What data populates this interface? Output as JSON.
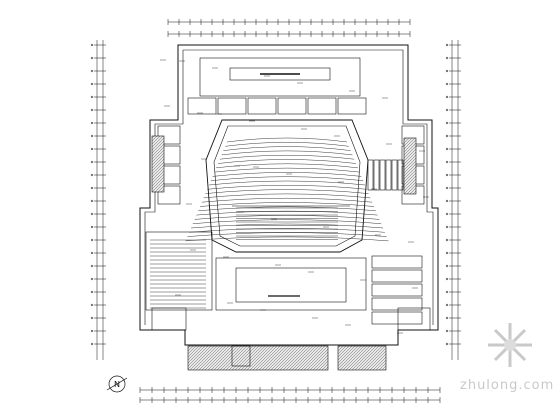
{
  "drawing": {
    "description_type": "architectural floor plan",
    "line_color": "#111111",
    "hatch_color": "#555555",
    "background": "#ffffff"
  },
  "north_arrow": {
    "label": "N"
  },
  "watermark": {
    "text": "zhulong.com",
    "color": "#c9c9c9"
  }
}
